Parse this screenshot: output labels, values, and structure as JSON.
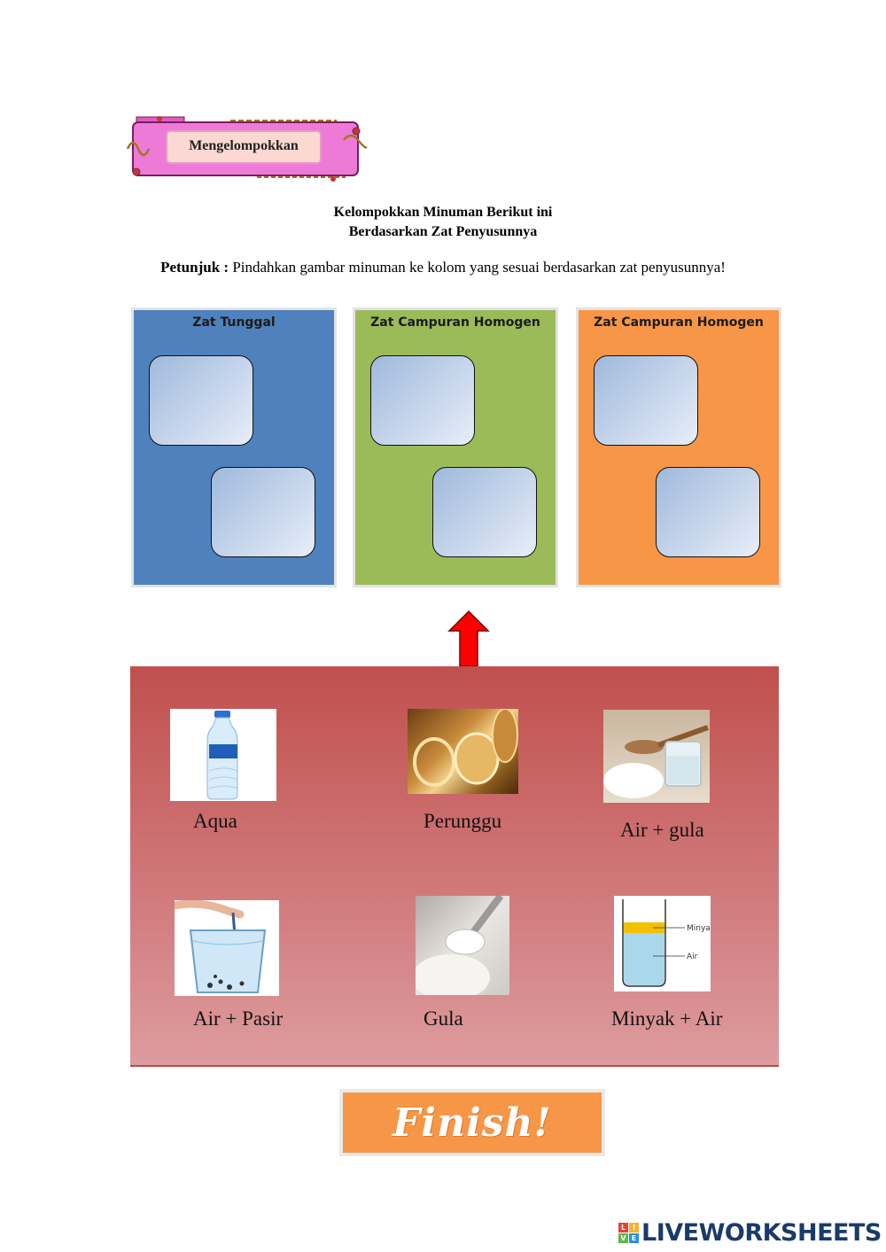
{
  "header": {
    "banner_label": "Mengelompokkan",
    "title_line1": "Kelompokkan Minuman Berikut ini",
    "title_line2": "Berdasarkan Zat Penyusunnya",
    "instruction_prefix": "Petunjuk :",
    "instruction_text": " Pindahkan gambar minuman ke kolom yang sesuai berdasarkan zat penyusunnya!"
  },
  "columns": [
    {
      "title": "Zat Tunggal",
      "color": "#4f81bd"
    },
    {
      "title": "Zat Campuran Homogen",
      "color": "#9bbb59"
    },
    {
      "title": "Zat Campuran Homogen",
      "color": "#f79646"
    }
  ],
  "items": [
    {
      "label": "Aqua",
      "icon": "water-bottle-icon"
    },
    {
      "label": "Perunggu",
      "icon": "bronze-icon"
    },
    {
      "label": "Air + gula",
      "icon": "sugar-water-icon"
    },
    {
      "label": "Air + Pasir",
      "icon": "sand-water-icon"
    },
    {
      "label": "Gula",
      "icon": "sugar-icon"
    },
    {
      "label": "Minyak + Air",
      "icon": "oil-water-icon"
    }
  ],
  "diagram_labels": {
    "oil": "Minyak",
    "water": "Air"
  },
  "finish_label": "Finish!",
  "brand": {
    "name": "LIVEWORKSHEETS",
    "logo_letters": [
      "L",
      "I",
      "V",
      "E"
    ]
  },
  "colors": {
    "panel_top": "#c0504d",
    "arrow": "#ff0000",
    "finish": "#f79646"
  }
}
